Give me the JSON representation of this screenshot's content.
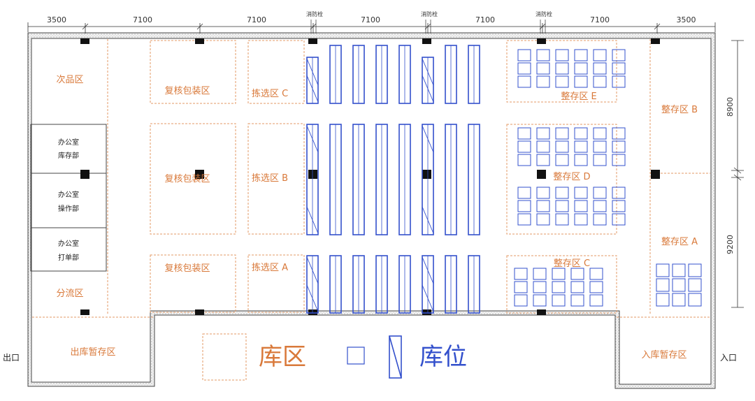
{
  "top_dimensions": [
    "3500",
    "7100",
    "7100",
    "7100",
    "7100",
    "7100",
    "3500"
  ],
  "hydrant_label": "消防栓",
  "right_dimensions": [
    "8900",
    "9200"
  ],
  "zones": {
    "defective": "次品区",
    "review_pack_top": "复核包装区",
    "review_pack_mid": "复核包装区",
    "review_pack_bot": "复核包装区",
    "pick_c": "拣选区 C",
    "pick_b": "拣选区 B",
    "pick_a": "拣选区 A",
    "bulk_e": "整存区 E",
    "bulk_d": "整存区 D",
    "bulk_c": "整存区 C",
    "bulk_b": "整存区 B",
    "bulk_a": "整存区 A",
    "sorting": "分流区",
    "outbound_staging": "出库暂存区",
    "inbound_staging": "入库暂存区"
  },
  "offices": [
    {
      "line1": "办公室",
      "line2": "库存部"
    },
    {
      "line1": "办公室",
      "line2": "操作部"
    },
    {
      "line1": "办公室",
      "line2": "打单部"
    }
  ],
  "exit_label": "出口",
  "entrance_label": "入口",
  "legend": {
    "zone_label": "库区",
    "location_label": "库位"
  },
  "colors": {
    "zone": "#d9793a",
    "rack": "#3350cc",
    "wall": "#444444"
  }
}
